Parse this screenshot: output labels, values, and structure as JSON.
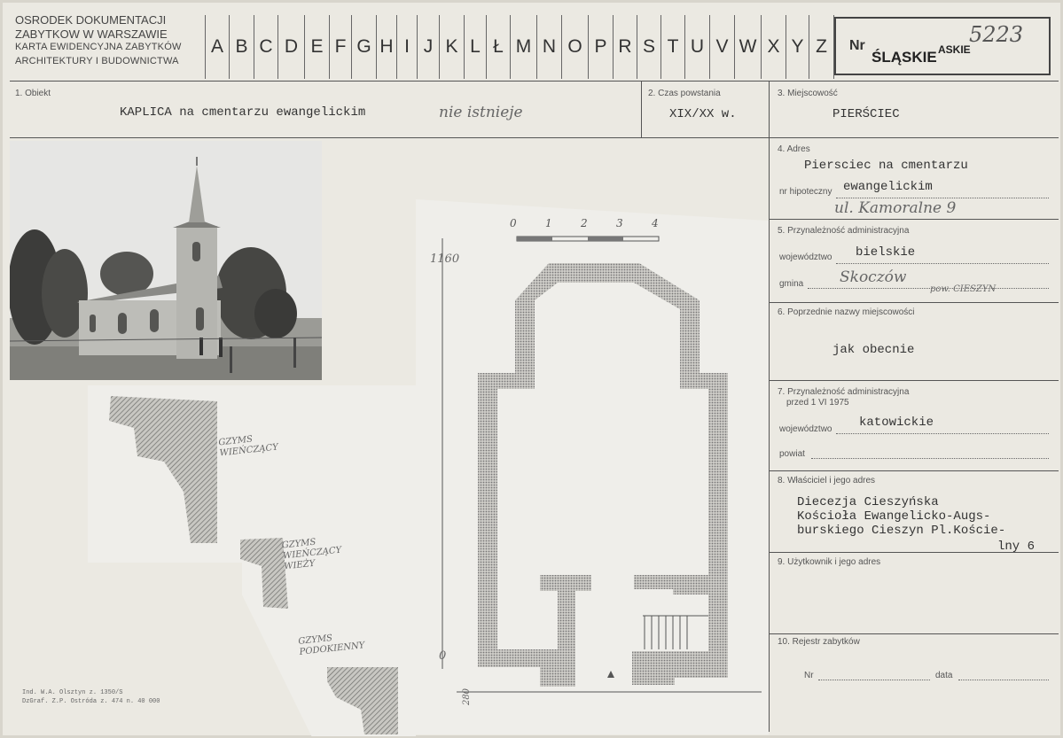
{
  "header": {
    "org_line1": "OSRODEK DOKUMENTACJI",
    "org_line2": "ZABYTKOW W WARSZAWIE",
    "org_line3": "KARTA EWIDENCYJNA ZABYTKÓW",
    "org_line4": "ARCHITEKTURY I BUDOWNICTWA",
    "letters": [
      "A",
      "B",
      "C",
      "D",
      "E",
      "F",
      "G",
      "H",
      "I",
      "J",
      "K",
      "L",
      "Ł",
      "M",
      "N",
      "O",
      "P",
      "R",
      "S",
      "T",
      "U",
      "V",
      "W",
      "X",
      "Y",
      "Z"
    ],
    "nr_label": "Nr",
    "nr_value": "ŚLĄSKIE",
    "nr_value_overprint": "ASKIE",
    "nr_handwritten": "5223"
  },
  "row1": {
    "obiekt_label": "1. Obiekt",
    "obiekt_value": "KAPLICA na cmentarzu ewangelickim",
    "obiekt_note": "nie istnieje",
    "czas_label": "2. Czas powstania",
    "czas_value": "XIX/XX w.",
    "miejscowosc_label": "3. Miejscowość",
    "miejscowosc_value": "PIERŚCIEC"
  },
  "fields": {
    "adres_label": "4. Adres",
    "adres_line1": "Piersciec na cmentarzu",
    "hipoteczny_label": "nr hipoteczny",
    "adres_line2": "ewangelickim",
    "adres_hand": "ul. Kamoralne 9",
    "przynaleznosc_label": "5. Przynależność administracyjna",
    "wojewodztwo_label": "województwo",
    "wojewodztwo_value": "bielskie",
    "gmina_label": "gmina",
    "gmina_hand": "Skoczów",
    "gmina_note": "pow. CIESZYN",
    "poprzednie_label": "6. Poprzednie nazwy miejscowości",
    "poprzednie_value": "jak obecnie",
    "przed_label1": "7. Przynależność administracyjna",
    "przed_label2": "przed 1 VI 1975",
    "przed_woj_label": "województwo",
    "przed_woj_value": "katowickie",
    "powiat_label": "powiat",
    "wlasciciel_label": "8. Właściciel i jego adres",
    "wlasciciel_line1": "Diecezja Cieszyńska",
    "wlasciciel_line2": "Kościoła Ewangelicko-Augs-",
    "wlasciciel_line3": "burskiego Cieszyn Pl.Koście-",
    "wlasciciel_line4": "lny 6",
    "uzytkownik_label": "9. Użytkownik i jego adres",
    "rejestr_label": "10. Rejestr zabytków",
    "rejestr_nr_label": "Nr",
    "rejestr_data_label": "data"
  },
  "drawings": {
    "gzyms1": "GZYMS\nWIEŃCZĄCY",
    "gzyms2": "GZYMS\nWIEŃCZĄCY\nWIEŻY",
    "gzyms3": "GZYMS\nPODOKIENNY",
    "plan_mark": "1160",
    "plan_bottom_mark": "280",
    "plan_zero": "0",
    "scale_labels": [
      "0",
      "1",
      "2",
      "3",
      "4"
    ]
  },
  "footnote": {
    "line1": "Ind. W.A. Olsztyn z. 1350/S",
    "line2": "DzGraf. Z.P. Ostróda z. 474 n. 40 000"
  },
  "colors": {
    "paper": "#ebe9e2",
    "ink": "#333333",
    "hatch": "#777777"
  }
}
